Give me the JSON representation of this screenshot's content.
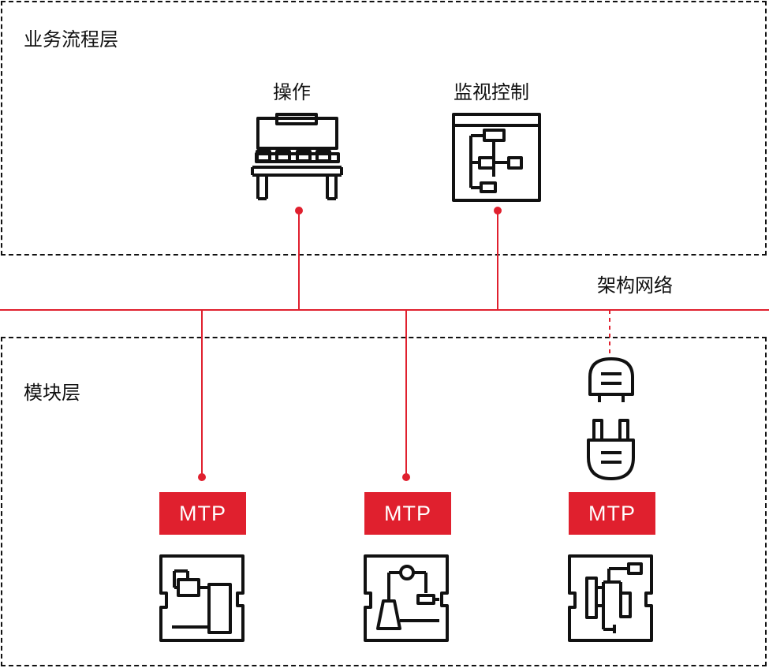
{
  "layers": {
    "business": "业务流程层",
    "module": "模块层"
  },
  "nodes": {
    "operation": "操作",
    "monitoring": "监视控制"
  },
  "network": "架构网络",
  "modules": [
    {
      "badge": "MTP",
      "icon": "module-schematic-icon"
    },
    {
      "badge": "MTP",
      "icon": "module-process-icon"
    },
    {
      "badge": "MTP",
      "icon": "module-structure-icon"
    }
  ],
  "colors": {
    "accent": "#e0202e",
    "line": "#111111"
  }
}
